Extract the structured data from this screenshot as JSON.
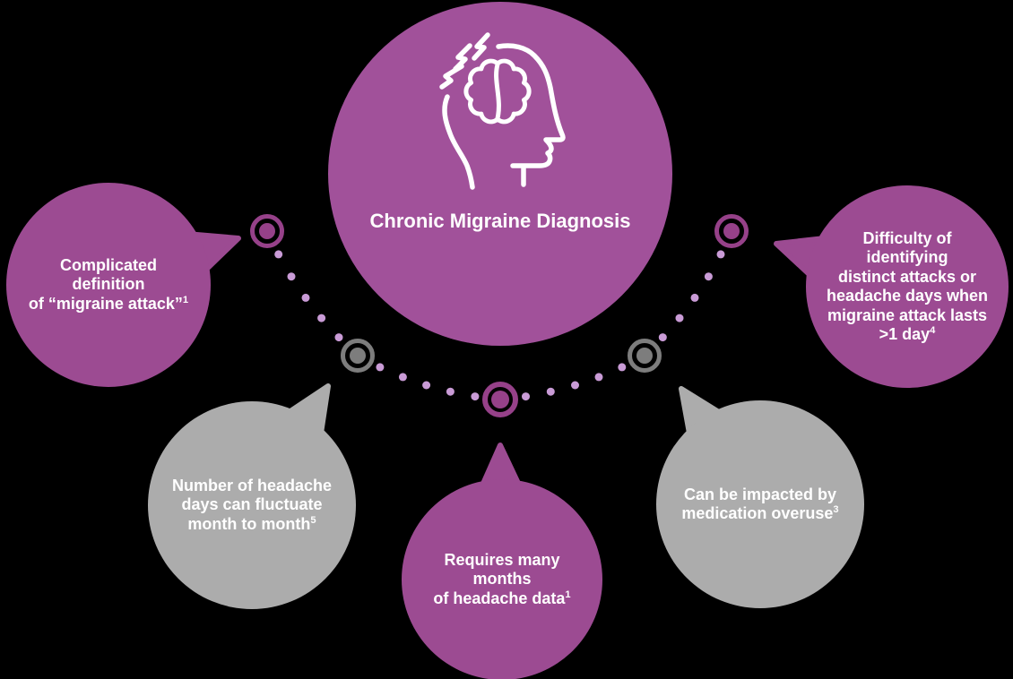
{
  "background": "#000000",
  "colors": {
    "purple_center": "#A1519A",
    "purple_bubble": "#9C4B92",
    "purple_ring": "#964189",
    "gray_bubble": "#ACACAC",
    "gray_ring": "#7D7D7D",
    "dot": "#C99BD6",
    "text": "#FFFFFF"
  },
  "center": {
    "icon": "head-profile-with-brain-and-lightning-icon",
    "title_lines": [
      "Chronic Migraine",
      "Diagnosis"
    ]
  },
  "bubbles": {
    "left": {
      "style": "purple",
      "lines": [
        "Complicated definition",
        "of “migraine attack”"
      ],
      "sup": "1"
    },
    "lower_left": {
      "style": "gray",
      "lines": [
        "Number of headache",
        "days can fluctuate",
        "month to month"
      ],
      "sup": "5"
    },
    "bottom": {
      "style": "purple",
      "lines": [
        "Requires many months",
        "of headache data"
      ],
      "sup": "1"
    },
    "lower_right": {
      "style": "gray",
      "lines": [
        "Can be impacted by",
        "medication overuse"
      ],
      "sup": "3"
    },
    "right": {
      "style": "purple",
      "lines": [
        "Difficulty of identifying",
        "distinct attacks or",
        "headache days when",
        "migraine attack lasts",
        ">1 day"
      ],
      "sup": "4"
    }
  }
}
